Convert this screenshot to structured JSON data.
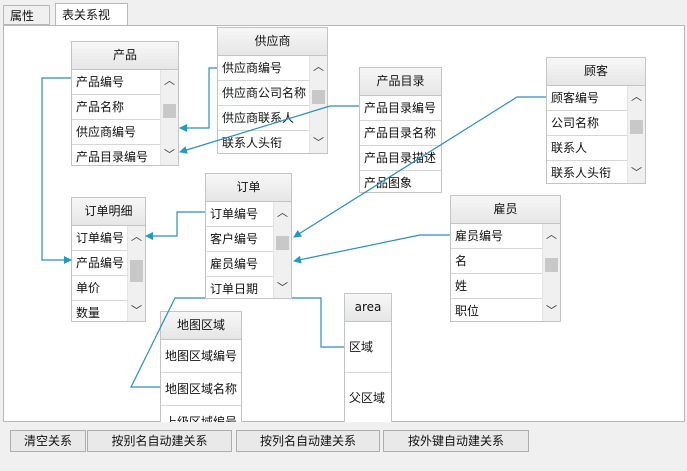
{
  "tabs": [
    "属性区",
    "表关系视图"
  ],
  "tables": {
    "product": {
      "title": "产品",
      "fields": [
        "产品编号",
        "产品名称",
        "供应商编号",
        "产品目录编号"
      ]
    },
    "supplier": {
      "title": "供应商",
      "fields": [
        "供应商编号",
        "供应商公司名称",
        "供应商联系人",
        "联系人头衔"
      ]
    },
    "catalog": {
      "title": "产品目录",
      "fields": [
        "产品目录编号",
        "产品目录名称",
        "产品目录描述",
        "产品图象"
      ]
    },
    "customer": {
      "title": "顾客",
      "fields": [
        "顾客编号",
        "公司名称",
        "联系人",
        "联系人头衔"
      ]
    },
    "order_detail": {
      "title": "订单明细",
      "fields": [
        "订单编号",
        "产品编号",
        "单价",
        "数量"
      ]
    },
    "order": {
      "title": "订单",
      "fields": [
        "订单编号",
        "客户编号",
        "雇员编号",
        "订单日期"
      ]
    },
    "employee": {
      "title": "雇员",
      "fields": [
        "雇员编号",
        "名",
        "姓",
        "职位"
      ]
    },
    "map_region": {
      "title": "地图区域",
      "fields": [
        "地图区域编号",
        "地图区域名称",
        "上级区域编号"
      ]
    },
    "area": {
      "title": "area",
      "fields": [
        "区域",
        "父区域"
      ]
    }
  },
  "buttons": [
    "清空关系",
    "按别名自动建关系",
    "按列名自动建关系",
    "按外键自动建关系"
  ],
  "colors": {
    "wire": "#2a8fbd",
    "arrow": "#1f9ac9"
  },
  "icons": {
    "scroll_up": "chevron-up-icon",
    "scroll_down": "chevron-down-icon"
  }
}
